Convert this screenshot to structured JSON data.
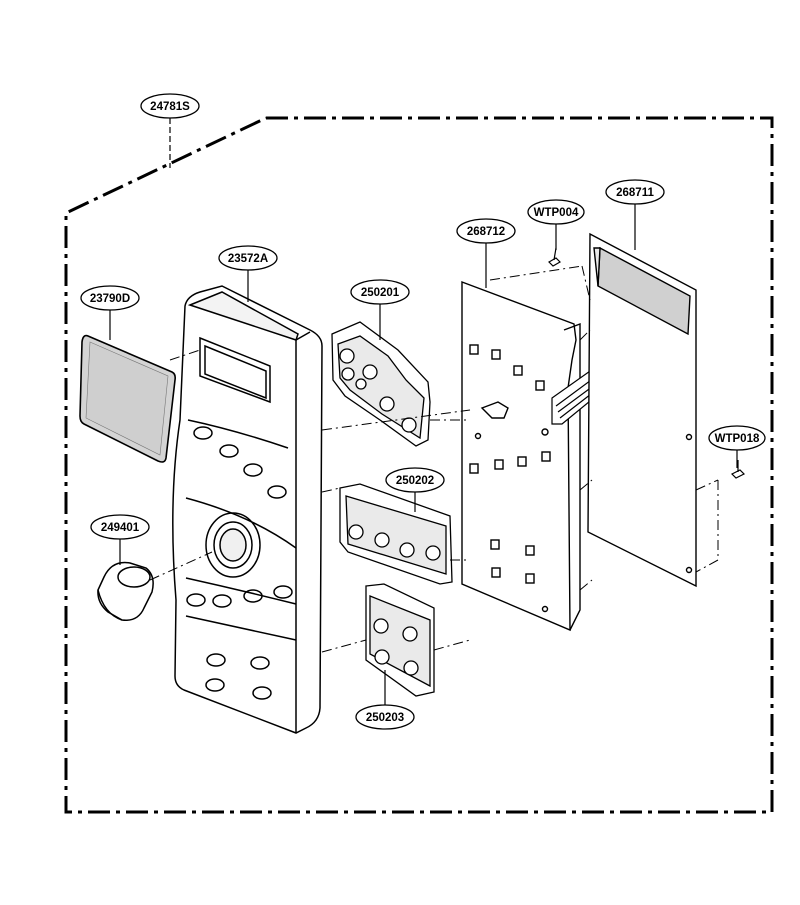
{
  "diagram": {
    "labels": {
      "assembly": "24781S",
      "window": "23790D",
      "front_panel": "23572A",
      "knob": "249401",
      "keypad_1": "250201",
      "keypad_2": "250202",
      "keypad_3": "250203",
      "pcb_main": "268712",
      "pcb_display": "268711",
      "screw_1": "WTP004",
      "screw_2": "WTP018"
    }
  }
}
